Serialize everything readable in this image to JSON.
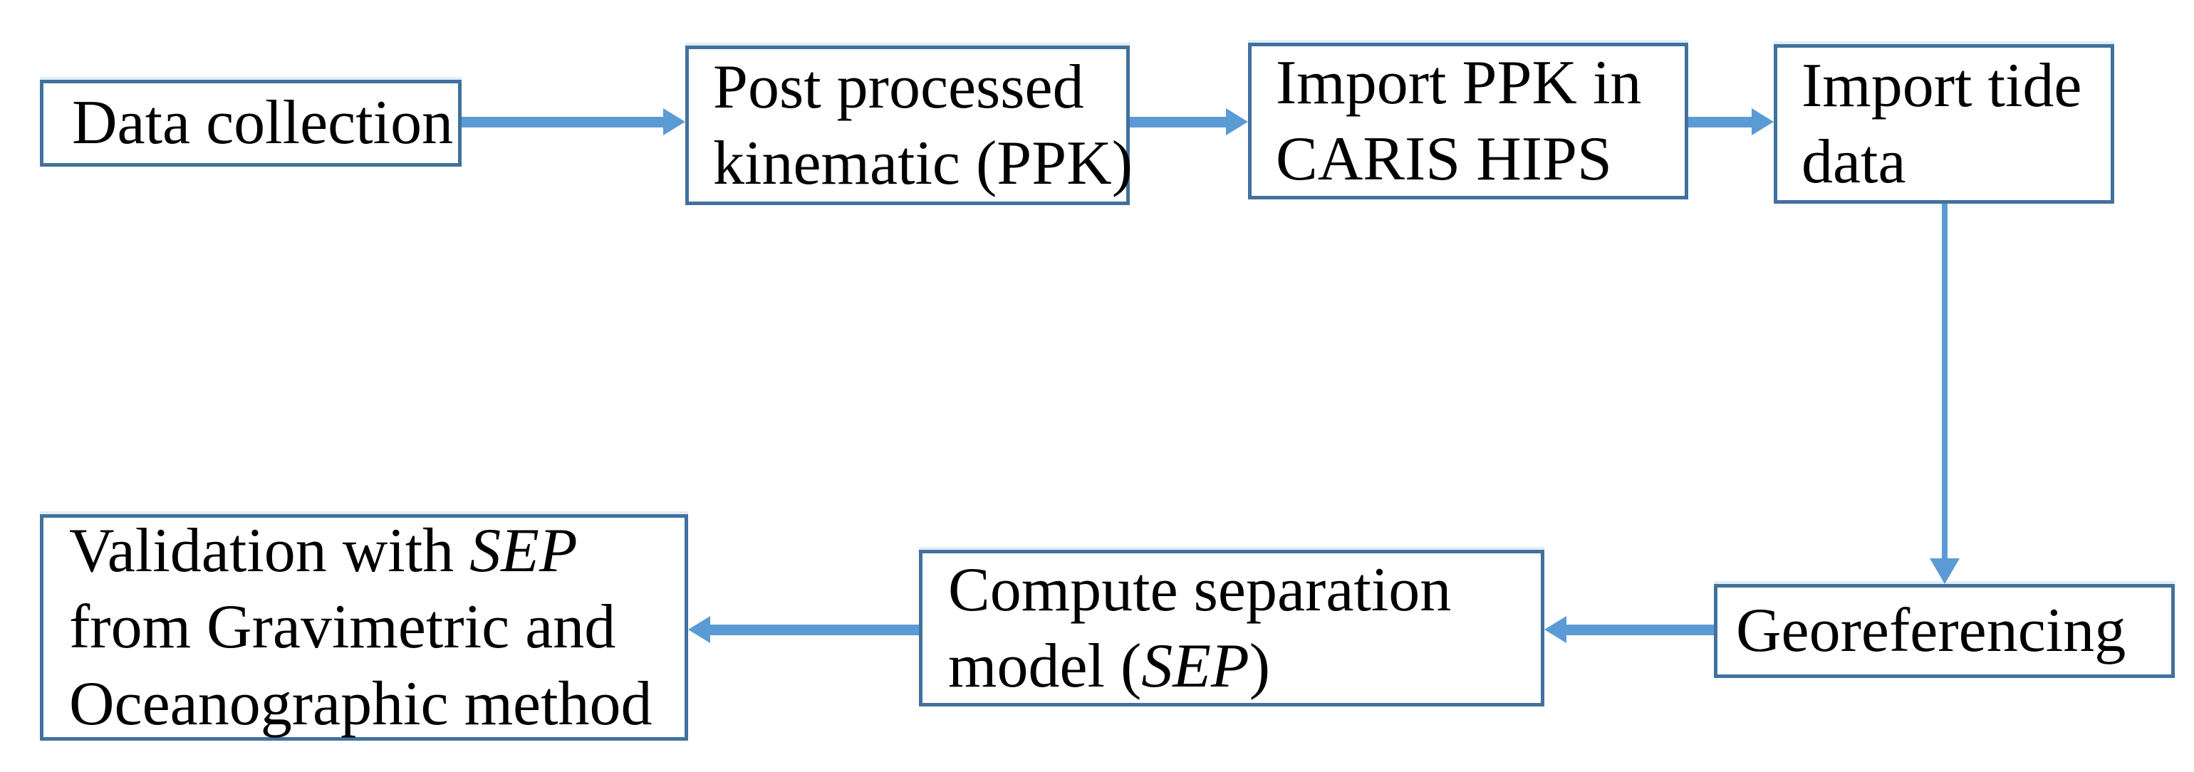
{
  "figure": {
    "type": "flowchart",
    "background": "#ffffff"
  },
  "colors": {
    "arrow": "#5b9bd5",
    "box_border": "#41719c",
    "box_fill": "#ffffff",
    "text": "#000000"
  },
  "boxes": {
    "data_collection": {
      "label": "Data collection"
    },
    "ppk": {
      "line1": "Post processed",
      "line2": "kinematic (PPK)"
    },
    "import_ppk": {
      "line1": "Import PPK in",
      "line2": "CARIS HIPS"
    },
    "import_tide": {
      "line1": "Import tide",
      "line2": "data"
    },
    "georeferencing": {
      "label": "Georeferencing"
    },
    "compute_sep": {
      "line1": "Compute separation",
      "line2_pre": "model (",
      "line2_italic": "SEP",
      "line2_post": ")"
    },
    "validation": {
      "line1_pre": "Validation with ",
      "line1_italic": "SEP",
      "line2": "from Gravimetric and",
      "line3": "Oceanographic method"
    }
  },
  "connections": [
    {
      "from": "Data collection",
      "to": "Post processed kinematic (PPK)",
      "direction": "right"
    },
    {
      "from": "Post processed kinematic (PPK)",
      "to": "Import PPK in CARIS HIPS",
      "direction": "right"
    },
    {
      "from": "Import PPK in CARIS HIPS",
      "to": "Import tide data",
      "direction": "right"
    },
    {
      "from": "Import tide data",
      "to": "Georeferencing",
      "direction": "down"
    },
    {
      "from": "Georeferencing",
      "to": "Compute separation model (SEP)",
      "direction": "left"
    },
    {
      "from": "Compute separation model (SEP)",
      "to": "Validation with SEP from Gravimetric and Oceanographic method",
      "direction": "left"
    }
  ]
}
